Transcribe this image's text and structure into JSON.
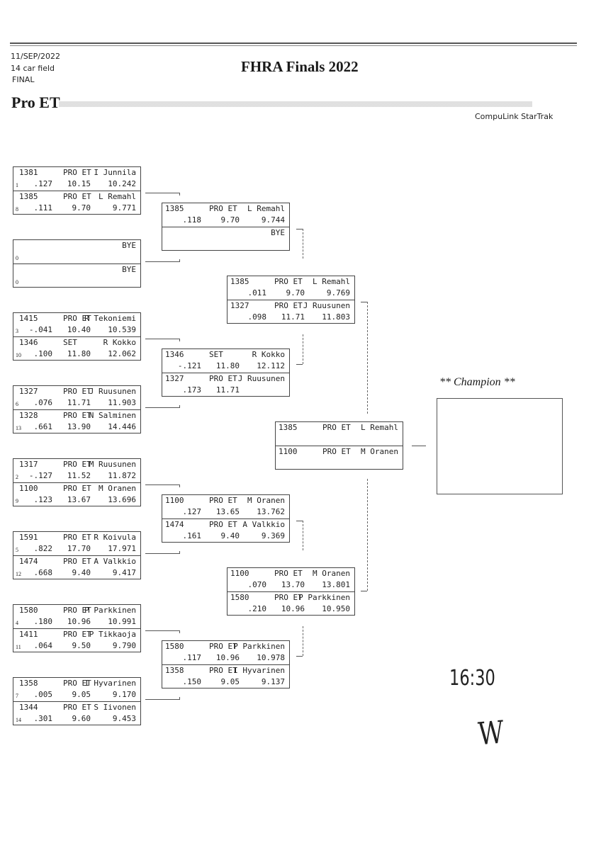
{
  "header": {
    "date": "11/SEP/2022",
    "field": "14 car field",
    "round": "FINAL",
    "title": "FHRA Finals 2022",
    "class": "Pro ET",
    "software": "CompuLink StarTrak"
  },
  "round1": [
    {
      "entries": [
        {
          "seed": "1",
          "car": "1381",
          "class": "PRO ET",
          "driver": "I Junnila",
          "rt": ".127",
          "dial": "10.15",
          "et": "10.242"
        },
        {
          "seed": "8",
          "car": "1385",
          "class": "PRO ET",
          "driver": "L Remahl",
          "rt": ".111",
          "dial": "9.70",
          "et": "9.771"
        }
      ]
    },
    {
      "entries": [
        {
          "seed": "0",
          "car": "",
          "class": "",
          "driver": "BYE",
          "rt": "",
          "dial": "",
          "et": ""
        },
        {
          "seed": "0",
          "car": "",
          "class": "",
          "driver": "BYE",
          "rt": "",
          "dial": "",
          "et": ""
        }
      ]
    },
    {
      "entries": [
        {
          "seed": "3",
          "car": "1415",
          "class": "PRO ET",
          "driver": "R Tekoniemi",
          "rt": "-.041",
          "dial": "10.40",
          "et": "10.539"
        },
        {
          "seed": "10",
          "car": "1346",
          "class": " SET",
          "driver": "R Kokko",
          "rt": ".100",
          "dial": "11.80",
          "et": "12.062"
        }
      ]
    },
    {
      "entries": [
        {
          "seed": "6",
          "car": "1327",
          "class": "PRO ET",
          "driver": "J Ruusunen",
          "rt": ".076",
          "dial": "11.71",
          "et": "11.903"
        },
        {
          "seed": "13",
          "car": "1328",
          "class": "PRO ET",
          "driver": "N Salminen",
          "rt": ".661",
          "dial": "13.90",
          "et": "14.446"
        }
      ]
    },
    {
      "entries": [
        {
          "seed": "2",
          "car": "1317",
          "class": "PRO ET",
          "driver": "M Ruusunen",
          "rt": "-.127",
          "dial": "11.52",
          "et": "11.872"
        },
        {
          "seed": "9",
          "car": "1100",
          "class": "PRO ET",
          "driver": "M Oranen",
          "rt": ".123",
          "dial": "13.67",
          "et": "13.696"
        }
      ]
    },
    {
      "entries": [
        {
          "seed": "5",
          "car": "1591",
          "class": "PRO ET",
          "driver": "R Koivula",
          "rt": ".822",
          "dial": "17.70",
          "et": "17.971"
        },
        {
          "seed": "12",
          "car": "1474",
          "class": "PRO ET",
          "driver": "A Valkkio",
          "rt": ".668",
          "dial": "9.40",
          "et": "9.417"
        }
      ]
    },
    {
      "entries": [
        {
          "seed": "4",
          "car": "1580",
          "class": "PRO ET",
          "driver": "P Parkkinen",
          "rt": ".180",
          "dial": "10.96",
          "et": "10.991"
        },
        {
          "seed": "11",
          "car": "1411",
          "class": "PRO ET",
          "driver": "P Tikkaoja",
          "rt": ".064",
          "dial": "9.50",
          "et": "9.790"
        }
      ]
    },
    {
      "entries": [
        {
          "seed": "7",
          "car": "1358",
          "class": "PRO ET",
          "driver": "I Hyvarinen",
          "rt": ".005",
          "dial": "9.05",
          "et": "9.170"
        },
        {
          "seed": "14",
          "car": "1344",
          "class": "PRO ET",
          "driver": "S Iivonen",
          "rt": ".301",
          "dial": "9.60",
          "et": "9.453"
        }
      ]
    }
  ],
  "round2": [
    {
      "entries": [
        {
          "car": "1385",
          "class": "PRO ET",
          "driver": "L Remahl",
          "rt": ".118",
          "dial": "9.70",
          "et": "9.744"
        },
        {
          "car": "",
          "class": "",
          "driver": "BYE",
          "rt": "",
          "dial": "",
          "et": ""
        }
      ]
    },
    {
      "entries": [
        {
          "car": "1346",
          "class": " SET",
          "driver": "R Kokko",
          "rt": "-.121",
          "dial": "11.80",
          "et": "12.112"
        },
        {
          "car": "1327",
          "class": "PRO ET",
          "driver": "J Ruusunen",
          "rt": ".173",
          "dial": "11.71",
          "et": ""
        }
      ]
    },
    {
      "entries": [
        {
          "car": "1100",
          "class": "PRO ET",
          "driver": "M Oranen",
          "rt": ".127",
          "dial": "13.65",
          "et": "13.762"
        },
        {
          "car": "1474",
          "class": "PRO ET",
          "driver": "A Valkkio",
          "rt": ".161",
          "dial": "9.40",
          "et": "9.369"
        }
      ]
    },
    {
      "entries": [
        {
          "car": "1580",
          "class": "PRO ET",
          "driver": "P Parkkinen",
          "rt": ".117",
          "dial": "10.96",
          "et": "10.978"
        },
        {
          "car": "1358",
          "class": "PRO ET",
          "driver": "I Hyvarinen",
          "rt": ".150",
          "dial": "9.05",
          "et": "9.137"
        }
      ]
    }
  ],
  "round3": [
    {
      "entries": [
        {
          "car": "1385",
          "class": "PRO ET",
          "driver": "L Remahl",
          "rt": ".011",
          "dial": "9.70",
          "et": "9.769"
        },
        {
          "car": "1327",
          "class": "PRO ET",
          "driver": "J Ruusunen",
          "rt": ".098",
          "dial": "11.71",
          "et": "11.803"
        }
      ]
    },
    {
      "entries": [
        {
          "car": "1100",
          "class": "PRO ET",
          "driver": "M Oranen",
          "rt": ".070",
          "dial": "13.70",
          "et": "13.801"
        },
        {
          "car": "1580",
          "class": "PRO ET",
          "driver": "P Parkkinen",
          "rt": ".210",
          "dial": "10.96",
          "et": "10.950"
        }
      ]
    }
  ],
  "final": {
    "entries": [
      {
        "car": "1385",
        "class": "PRO ET",
        "driver": "L Remahl",
        "rt": "",
        "dial": "",
        "et": ""
      },
      {
        "car": "1100",
        "class": "PRO ET",
        "driver": "M Oranen",
        "rt": "",
        "dial": "",
        "et": ""
      }
    ]
  },
  "champion": {
    "label": "** Champion **",
    "name": ""
  },
  "handwriting": {
    "time": "16:30",
    "initials": "W"
  }
}
